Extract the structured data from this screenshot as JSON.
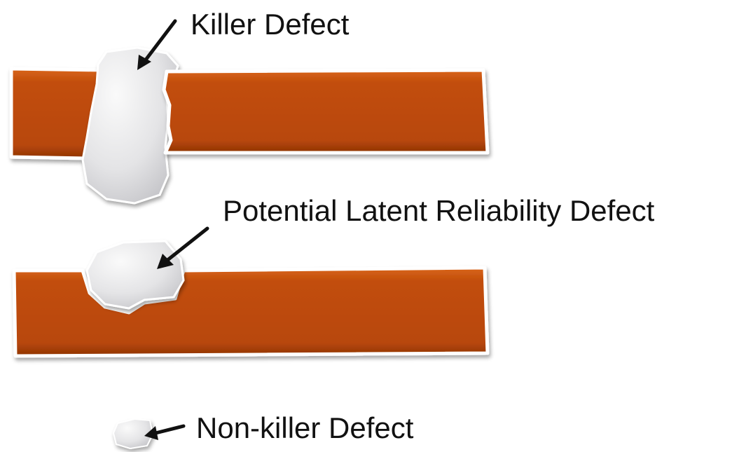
{
  "labels": {
    "killer": "Killer Defect",
    "latent": "Potential Latent Reliability Defect",
    "nonkiller": "Non-killer Defect"
  },
  "colors": {
    "conductor": "#c24e0a",
    "conductor_dark": "#8f3405",
    "conductor_light": "#e07a34",
    "outline": "#ffffff",
    "defect": "#e6e6e8",
    "defect_shadow": "#b9b9bd",
    "arrow": "#111111"
  }
}
